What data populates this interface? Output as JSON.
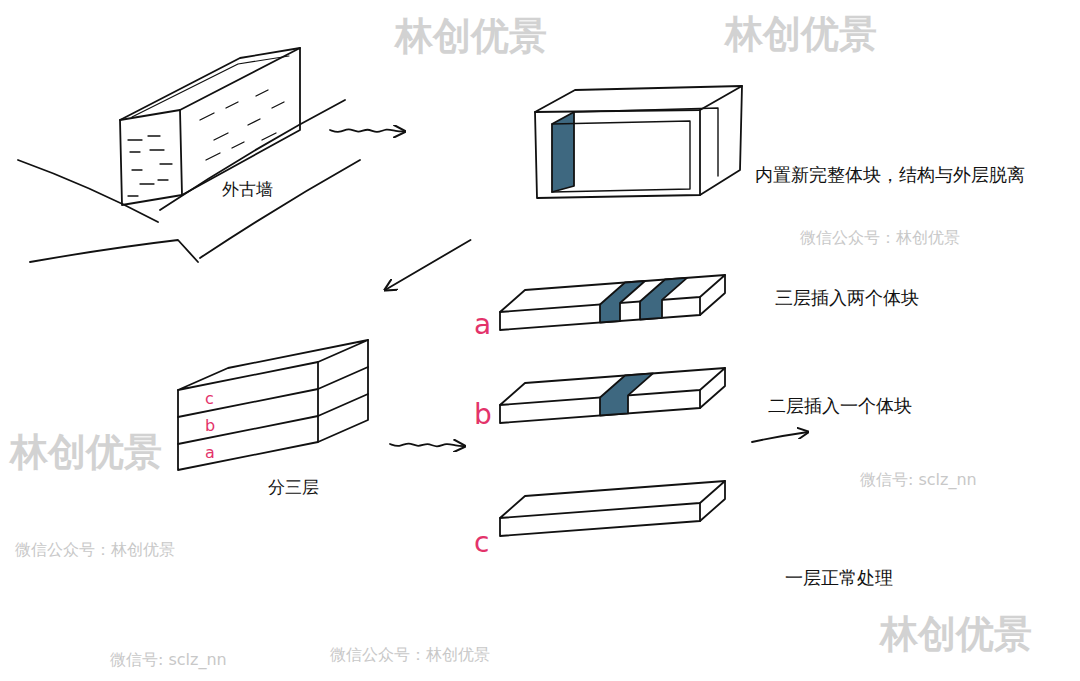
{
  "diagram": {
    "nodes": [
      {
        "text": [
          "外古墙"
        ]
      },
      {
        "text": [
          "内置新完整体块，结构与外层脱离"
        ]
      },
      {
        "text": [
          "分三层"
        ]
      },
      {
        "text": [
          "a",
          "三层插入两个体块"
        ]
      },
      {
        "text": [
          "b",
          "二层插入一个体块"
        ]
      },
      {
        "text": [
          "c",
          "一层正常处理"
        ]
      }
    ],
    "edges": [
      {
        "from": 0,
        "to": 1,
        "arrow": "to"
      },
      {
        "from": 1,
        "to": 2,
        "arrow": "to"
      },
      {
        "from": 2,
        "to": 4,
        "arrow": "to"
      }
    ],
    "labels": [
      "c",
      "b",
      "a",
      "林创优景",
      "林创优景",
      "林创优景",
      "林创优景",
      "微信公众号：林创优景",
      "微信公众号：林创优景",
      "微信公众号：林创优景",
      "微信号: sclz_nn",
      "微信号: sclz_nn"
    ]
  }
}
